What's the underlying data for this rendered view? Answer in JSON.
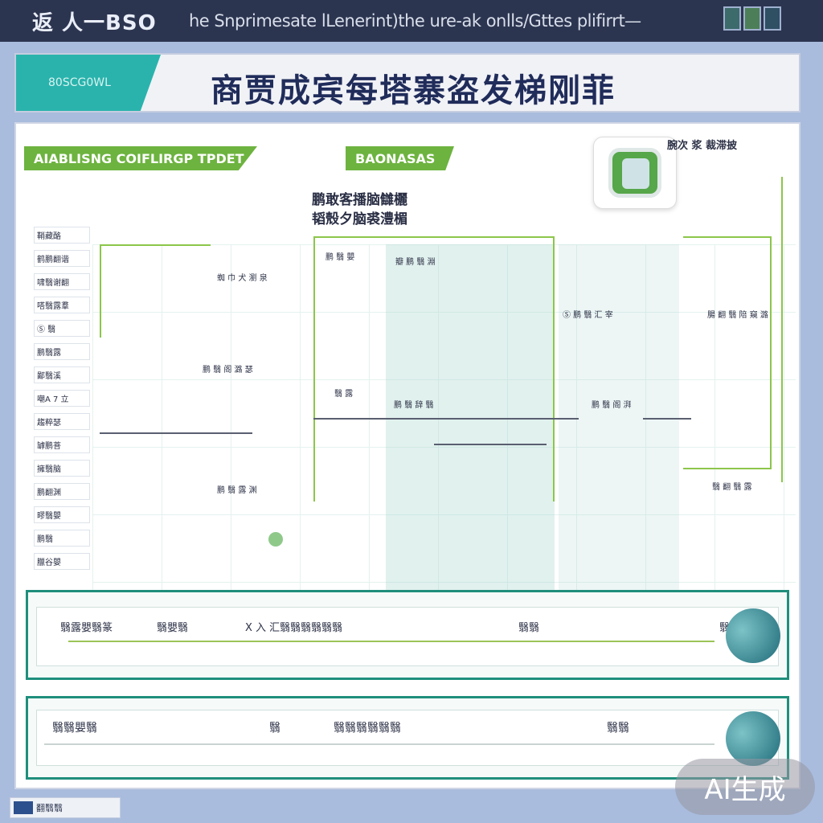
{
  "topbar": {
    "logo": "返 人一BSO",
    "text": "he Snprimesate lLenerint)the ure-ak onlls/Gttes plifirrt—",
    "icons": [
      "document-icon",
      "grid-icon",
      "chart-icon"
    ]
  },
  "banner": {
    "tag": "80SCG0WL",
    "title": "商贾成宾每塔寨盗发梯刚菲"
  },
  "panel": {
    "left_tag": "AIABLISNG COIFLIRGP TPDET",
    "middle_tag": "BAONASAS",
    "section_head_line1": "鹏敢客播脑讎欐",
    "section_head_line2": "韬殼夕脑裘澧楣",
    "side_head": "腕次 浆 裁滞披",
    "side_list": [
      "鞘藏酪",
      "鹤鹏翻谐",
      "啸翳谢翻",
      "嗒翳露羣",
      "Ⓢ 翳",
      "鹏翳露",
      "鄙翳溪",
      "嘲A 7 立",
      "趨粹瑟",
      "罅鹏菩",
      "擁翳脑",
      "鹏翻渊",
      "疁翳嬰",
      "鹏翳",
      "臘谷嬰"
    ],
    "labels": [
      "蜘 巾 ⽝ 瀏 泉",
      "鹏 翳 嬰",
      "瓣 鹏 翳 淵",
      "Ⓢ 鹏 翳 汇 宰",
      "腸 翻 翳 陪 窺 潞",
      "鹏 翳 阁 潞 瑟",
      "翳 露",
      "鹏 翳 辞 翳",
      "鹏 翳 阁 湃",
      "鹏 翳 露 渊",
      "翳 翻 翳 露"
    ]
  },
  "bottom1": {
    "items": [
      "翳露嬰翳篆",
      "翳嬰翳",
      "X 入 汇翳翳翳翳翳翳",
      "翳翳",
      "翳翻"
    ]
  },
  "bottom2": {
    "items": [
      "翳翳嬰翳",
      "翳",
      "翳翳翳翳翳翳",
      "翳翳"
    ]
  },
  "footer": {
    "text": "翻翳翳"
  },
  "watermark": "AI生成"
}
